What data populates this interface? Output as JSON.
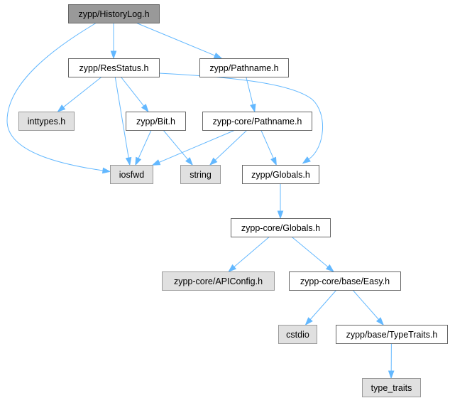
{
  "colors": {
    "root_fill": "#999999",
    "node_fill": "#ffffff",
    "external_fill": "#e0e0e0",
    "node_stroke": "#666666",
    "external_stroke": "#999999",
    "edge": "#63b8ff"
  },
  "nodes": {
    "historylog": {
      "label": "zypp/HistoryLog.h",
      "kind": "root"
    },
    "resstatus": {
      "label": "zypp/ResStatus.h",
      "kind": "file"
    },
    "pathname": {
      "label": "zypp/Pathname.h",
      "kind": "file"
    },
    "inttypes": {
      "label": "inttypes.h",
      "kind": "external"
    },
    "bit": {
      "label": "zypp/Bit.h",
      "kind": "file"
    },
    "corepathname": {
      "label": "zypp-core/Pathname.h",
      "kind": "file"
    },
    "iosfwd": {
      "label": "iosfwd",
      "kind": "external"
    },
    "string": {
      "label": "string",
      "kind": "external"
    },
    "globals": {
      "label": "zypp/Globals.h",
      "kind": "file"
    },
    "coreglobals": {
      "label": "zypp-core/Globals.h",
      "kind": "file"
    },
    "apiconfig": {
      "label": "zypp-core/APIConfig.h",
      "kind": "external"
    },
    "easy": {
      "label": "zypp-core/base/Easy.h",
      "kind": "file"
    },
    "cstdio": {
      "label": "cstdio",
      "kind": "external"
    },
    "typetraits": {
      "label": "zypp/base/TypeTraits.h",
      "kind": "file"
    },
    "type_traits": {
      "label": "type_traits",
      "kind": "external"
    }
  },
  "edges": [
    {
      "from": "historylog",
      "to": "resstatus"
    },
    {
      "from": "historylog",
      "to": "pathname"
    },
    {
      "from": "historylog",
      "to": "iosfwd"
    },
    {
      "from": "resstatus",
      "to": "inttypes"
    },
    {
      "from": "resstatus",
      "to": "bit"
    },
    {
      "from": "resstatus",
      "to": "iosfwd"
    },
    {
      "from": "resstatus",
      "to": "globals"
    },
    {
      "from": "pathname",
      "to": "corepathname"
    },
    {
      "from": "bit",
      "to": "iosfwd"
    },
    {
      "from": "bit",
      "to": "string"
    },
    {
      "from": "corepathname",
      "to": "iosfwd"
    },
    {
      "from": "corepathname",
      "to": "string"
    },
    {
      "from": "corepathname",
      "to": "globals"
    },
    {
      "from": "globals",
      "to": "coreglobals"
    },
    {
      "from": "coreglobals",
      "to": "apiconfig"
    },
    {
      "from": "coreglobals",
      "to": "easy"
    },
    {
      "from": "easy",
      "to": "cstdio"
    },
    {
      "from": "easy",
      "to": "typetraits"
    },
    {
      "from": "typetraits",
      "to": "type_traits"
    }
  ]
}
